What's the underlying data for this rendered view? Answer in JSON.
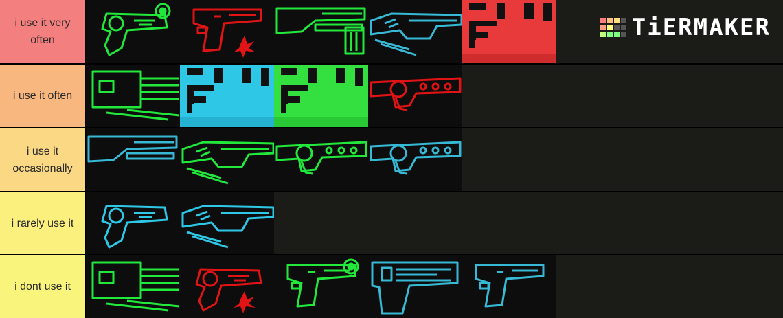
{
  "tiers": [
    {
      "label": "i use it very often",
      "color": "#f47f7f",
      "items": [
        {
          "kind": "revolver",
          "color": "#22e83c",
          "ring": true
        },
        {
          "kind": "pistol",
          "color": "#e01414",
          "burst": true
        },
        {
          "kind": "shotgun",
          "color": "#22e83c",
          "mag": true
        },
        {
          "kind": "rifle",
          "color": "#37b8d4"
        },
        {
          "kind": "block",
          "color": "#e83a3a",
          "shade": "#a01818"
        }
      ]
    },
    {
      "label": "i use it often",
      "color": "#f7b77e",
      "items": [
        {
          "kind": "minigun",
          "color": "#22e83c"
        },
        {
          "kind": "block",
          "color": "#2ec8e6",
          "shade": "#138aa6"
        },
        {
          "kind": "block",
          "color": "#33e040",
          "shade": "#169a22"
        },
        {
          "kind": "launcher",
          "color": "#e01414"
        }
      ]
    },
    {
      "label": "i use it occasionally",
      "color": "#fbd883",
      "items": [
        {
          "kind": "shotgun",
          "color": "#37b8d4"
        },
        {
          "kind": "rifle",
          "color": "#22e83c"
        },
        {
          "kind": "launcher",
          "color": "#22e83c"
        },
        {
          "kind": "launcher",
          "color": "#37b8d4"
        }
      ]
    },
    {
      "label": "i rarely use it",
      "color": "#fbf07d",
      "items": [
        {
          "kind": "revolver",
          "color": "#2ec8e6"
        },
        {
          "kind": "rifle",
          "color": "#2ec8e6"
        }
      ]
    },
    {
      "label": "i dont use it",
      "color": "#f9f57c",
      "items": [
        {
          "kind": "minigun",
          "color": "#22e83c"
        },
        {
          "kind": "revolver",
          "color": "#e01414",
          "burst": true
        },
        {
          "kind": "pistol",
          "color": "#22e83c",
          "ring": true
        },
        {
          "kind": "heavy",
          "color": "#37b8d4"
        },
        {
          "kind": "pistol",
          "color": "#37b8d4"
        }
      ]
    }
  ],
  "logo": {
    "text": "TiERMAKER",
    "squares": [
      "#ff7f7f",
      "#ffbf7f",
      "#ffdf7f",
      "#555555",
      "#ff9f7f",
      "#ffff7f",
      "#555555",
      "#555555",
      "#bfff7f",
      "#7fff7f",
      "#7fff7f",
      "#555555"
    ]
  }
}
